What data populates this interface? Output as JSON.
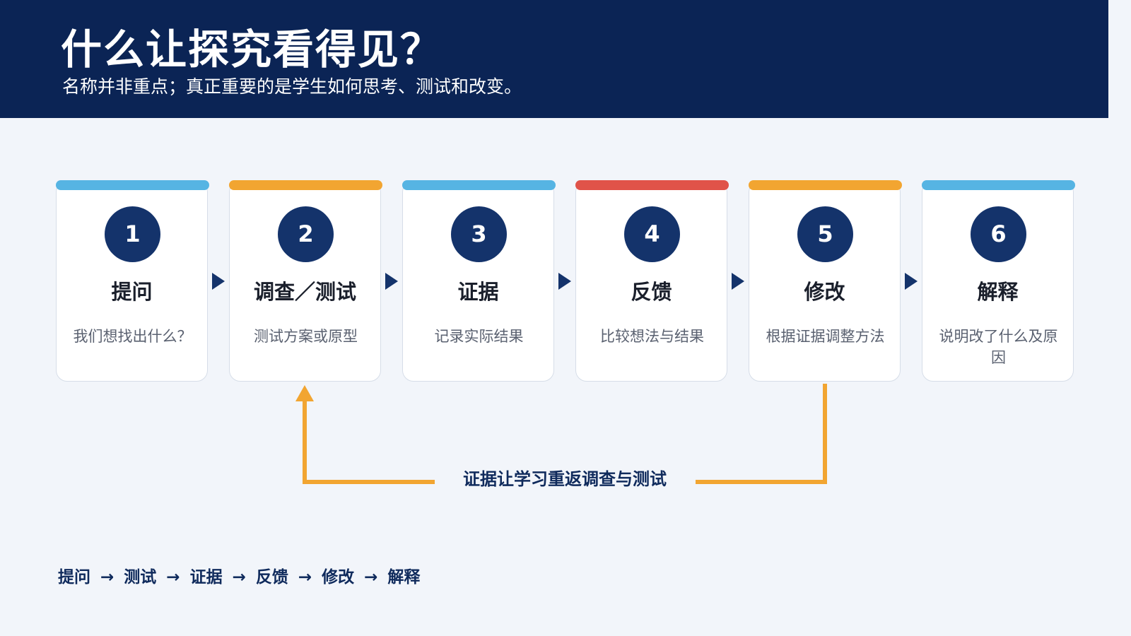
{
  "header": {
    "title": "什么让探究看得见？",
    "subtitle": "名称并非重点；真正重要的是学生如何思考、测试和改变。"
  },
  "steps": [
    {
      "number": "1",
      "label": "提问",
      "desc": "我们想找出什么？",
      "color": "#56b4e3"
    },
    {
      "number": "2",
      "label": "调查／测试",
      "desc": "测试方案或原型",
      "color": "#f2a531"
    },
    {
      "number": "3",
      "label": "证据",
      "desc": "记录实际结果",
      "color": "#56b4e3"
    },
    {
      "number": "4",
      "label": "反馈",
      "desc": "比较想法与结果",
      "color": "#e05349"
    },
    {
      "number": "5",
      "label": "修改",
      "desc": "根据证据调整方法",
      "color": "#f2a531"
    },
    {
      "number": "6",
      "label": "解释",
      "desc": "说明改了什么及原因",
      "color": "#56b4e3"
    }
  ],
  "loop": {
    "label": "证据让学习重返调查与测试",
    "color": "#f2a531"
  },
  "bottom_flow": {
    "items": [
      "提问",
      "测试",
      "证据",
      "反馈",
      "修改",
      "解释"
    ],
    "separator": "→"
  }
}
